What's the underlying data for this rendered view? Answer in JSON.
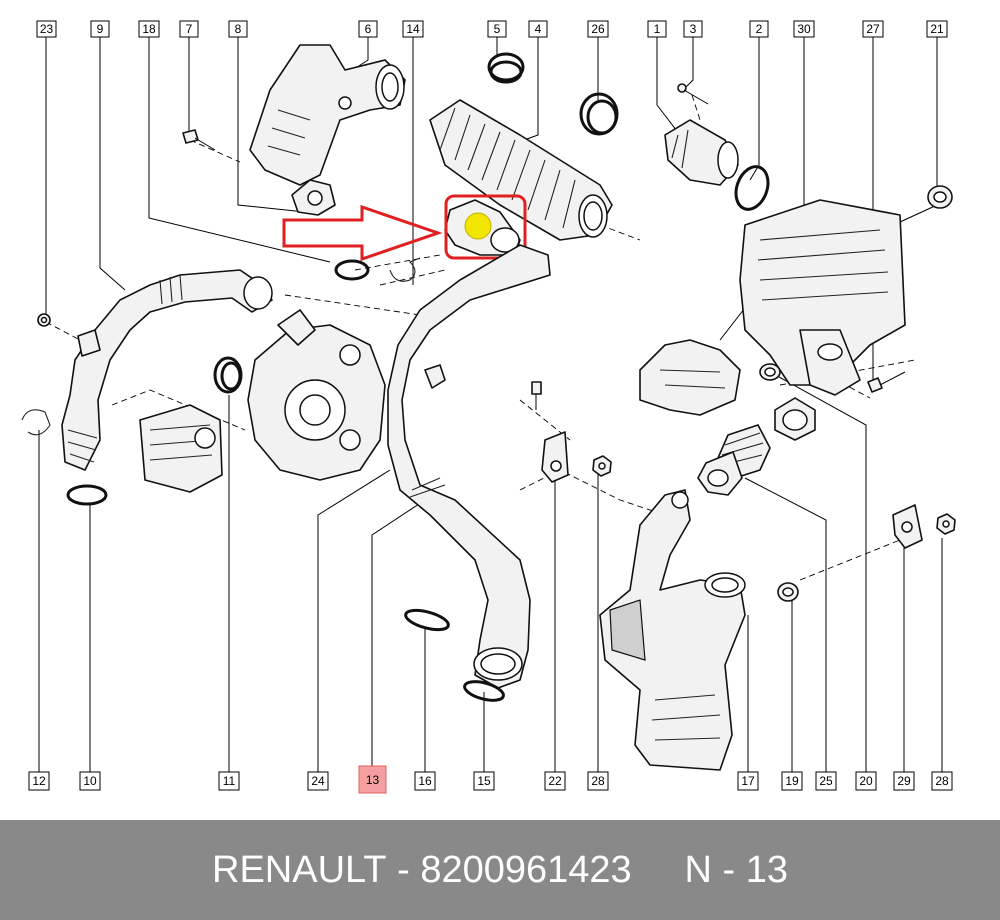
{
  "callouts": {
    "c23": "23",
    "c9": "9",
    "c18": "18",
    "c7": "7",
    "c8": "8",
    "c6": "6",
    "c14": "14",
    "c5": "5",
    "c4": "4",
    "c26": "26",
    "c1": "1",
    "c3": "3",
    "c2": "2",
    "c30": "30",
    "c27": "27",
    "c21": "21",
    "b12": "12",
    "b10": "10",
    "b11": "11",
    "b24": "24",
    "b13": "13",
    "b16": "16",
    "b15": "15",
    "b22": "22",
    "b28a": "28",
    "b17": "17",
    "b19": "19",
    "b25": "25",
    "b20": "20",
    "b29": "29",
    "b28b": "28"
  },
  "highlight": {
    "callout": "13",
    "callout_color": "#f4a0a0",
    "arrow_color": "#e02020",
    "marker_color": "#f2e600"
  },
  "footer": {
    "brand": "RENAULT",
    "separator1": " - ",
    "part_number": "8200961423",
    "gap": "     ",
    "ref_prefix": "N",
    "separator2": " - ",
    "ref_number": "13",
    "background": "#898989"
  }
}
